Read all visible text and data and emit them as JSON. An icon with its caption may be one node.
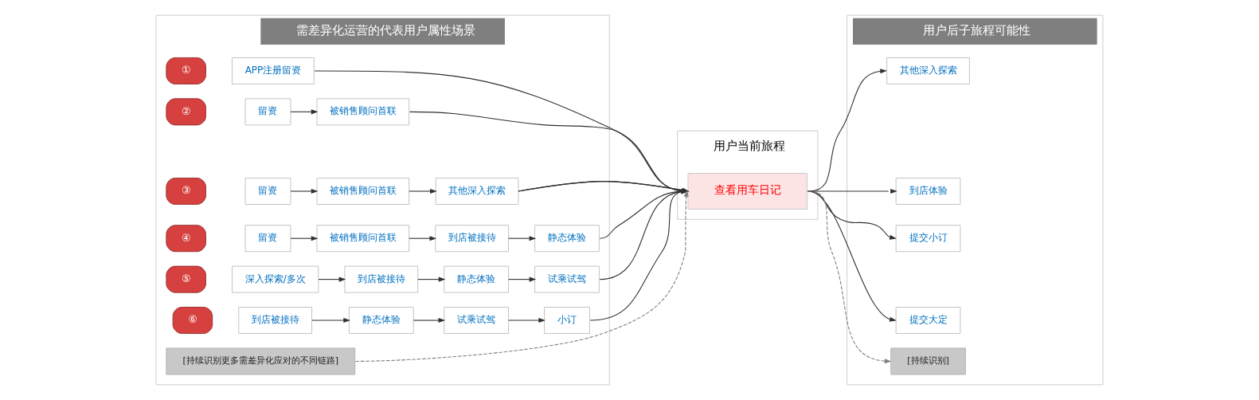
{
  "diagram": {
    "nodes": [
      {
        "text": [
          "需差异化运营的代表用户属性场景"
        ]
      },
      {
        "text": [
          "①"
        ],
        "in": 0
      },
      {
        "text": [
          "APP注册留资"
        ],
        "in": 0
      },
      {
        "text": [
          "②"
        ],
        "in": 0
      },
      {
        "text": [
          "留资"
        ],
        "in": 0
      },
      {
        "text": [
          "被销售顾问首联"
        ],
        "in": 0
      },
      {
        "text": [
          "③"
        ],
        "in": 0
      },
      {
        "text": [
          "留资"
        ],
        "in": 0
      },
      {
        "text": [
          "被销售顾问首联"
        ],
        "in": 0
      },
      {
        "text": [
          "其他深入探索"
        ],
        "in": 0
      },
      {
        "text": [
          "④"
        ],
        "in": 0
      },
      {
        "text": [
          "留资"
        ],
        "in": 0
      },
      {
        "text": [
          "被销售顾问首联"
        ],
        "in": 0
      },
      {
        "text": [
          "到店被接待"
        ],
        "in": 0
      },
      {
        "text": [
          "静态体验"
        ],
        "in": 0
      },
      {
        "text": [
          "⑤"
        ],
        "in": 0
      },
      {
        "text": [
          "深入探索/多次"
        ],
        "in": 0
      },
      {
        "text": [
          "到店被接待"
        ],
        "in": 0
      },
      {
        "text": [
          "静态体验"
        ],
        "in": 0
      },
      {
        "text": [
          "试乘试驾"
        ],
        "in": 0
      },
      {
        "text": [
          "⑥"
        ],
        "in": 0
      },
      {
        "text": [
          "到店被接待"
        ],
        "in": 0
      },
      {
        "text": [
          "静态体验"
        ],
        "in": 0
      },
      {
        "text": [
          "试乘试驾"
        ],
        "in": 0
      },
      {
        "text": [
          "小订"
        ],
        "in": 0
      },
      {
        "text": [
          "[持续识别更多需差异化应对的不同链路]"
        ],
        "in": 0
      },
      {
        "text": [
          "用户当前旅程"
        ]
      },
      {
        "text": [
          "查看用车日记"
        ],
        "in": 26
      },
      {
        "text": [
          "用户后子旅程可能性"
        ]
      },
      {
        "text": [
          "其他深入探索"
        ],
        "in": 28
      },
      {
        "text": [
          "到店体验"
        ],
        "in": 28
      },
      {
        "text": [
          "提交小订"
        ],
        "in": 28
      },
      {
        "text": [
          "提交大定"
        ],
        "in": 28
      },
      {
        "text": [
          "[持续识别]"
        ],
        "in": 28
      }
    ],
    "edges": [
      {
        "from": 4,
        "to": 5,
        "arrow": "to"
      },
      {
        "from": 7,
        "to": 8,
        "arrow": "to"
      },
      {
        "from": 8,
        "to": 9,
        "arrow": "to"
      },
      {
        "from": 11,
        "to": 12,
        "arrow": "to"
      },
      {
        "from": 12,
        "to": 13,
        "arrow": "to"
      },
      {
        "from": 13,
        "to": 14,
        "arrow": "to"
      },
      {
        "from": 16,
        "to": 17,
        "arrow": "to"
      },
      {
        "from": 17,
        "to": 18,
        "arrow": "to"
      },
      {
        "from": 18,
        "to": 19,
        "arrow": "to"
      },
      {
        "from": 21,
        "to": 22,
        "arrow": "to"
      },
      {
        "from": 22,
        "to": 23,
        "arrow": "to"
      },
      {
        "from": 23,
        "to": 24,
        "arrow": "to"
      },
      {
        "from": 2,
        "to": 27,
        "arrow": "to"
      },
      {
        "from": 5,
        "to": 27,
        "arrow": "to"
      },
      {
        "from": 9,
        "to": 27,
        "arrow": "to"
      },
      {
        "from": 14,
        "to": 27,
        "arrow": "to"
      },
      {
        "from": 19,
        "to": 27,
        "arrow": "to"
      },
      {
        "from": 24,
        "to": 27,
        "arrow": "to"
      },
      {
        "from": 25,
        "to": 27,
        "arrow": "to",
        "style": "dashed",
        "color": "#808080"
      },
      {
        "from": 27,
        "to": 29,
        "arrow": "to"
      },
      {
        "from": 27,
        "to": 30,
        "arrow": "to"
      },
      {
        "from": 27,
        "to": 31,
        "arrow": "to"
      },
      {
        "from": 27,
        "to": 32,
        "arrow": "to"
      },
      {
        "from": 27,
        "to": 33,
        "arrow": "to",
        "style": "dashed",
        "color": "#808080"
      }
    ]
  }
}
